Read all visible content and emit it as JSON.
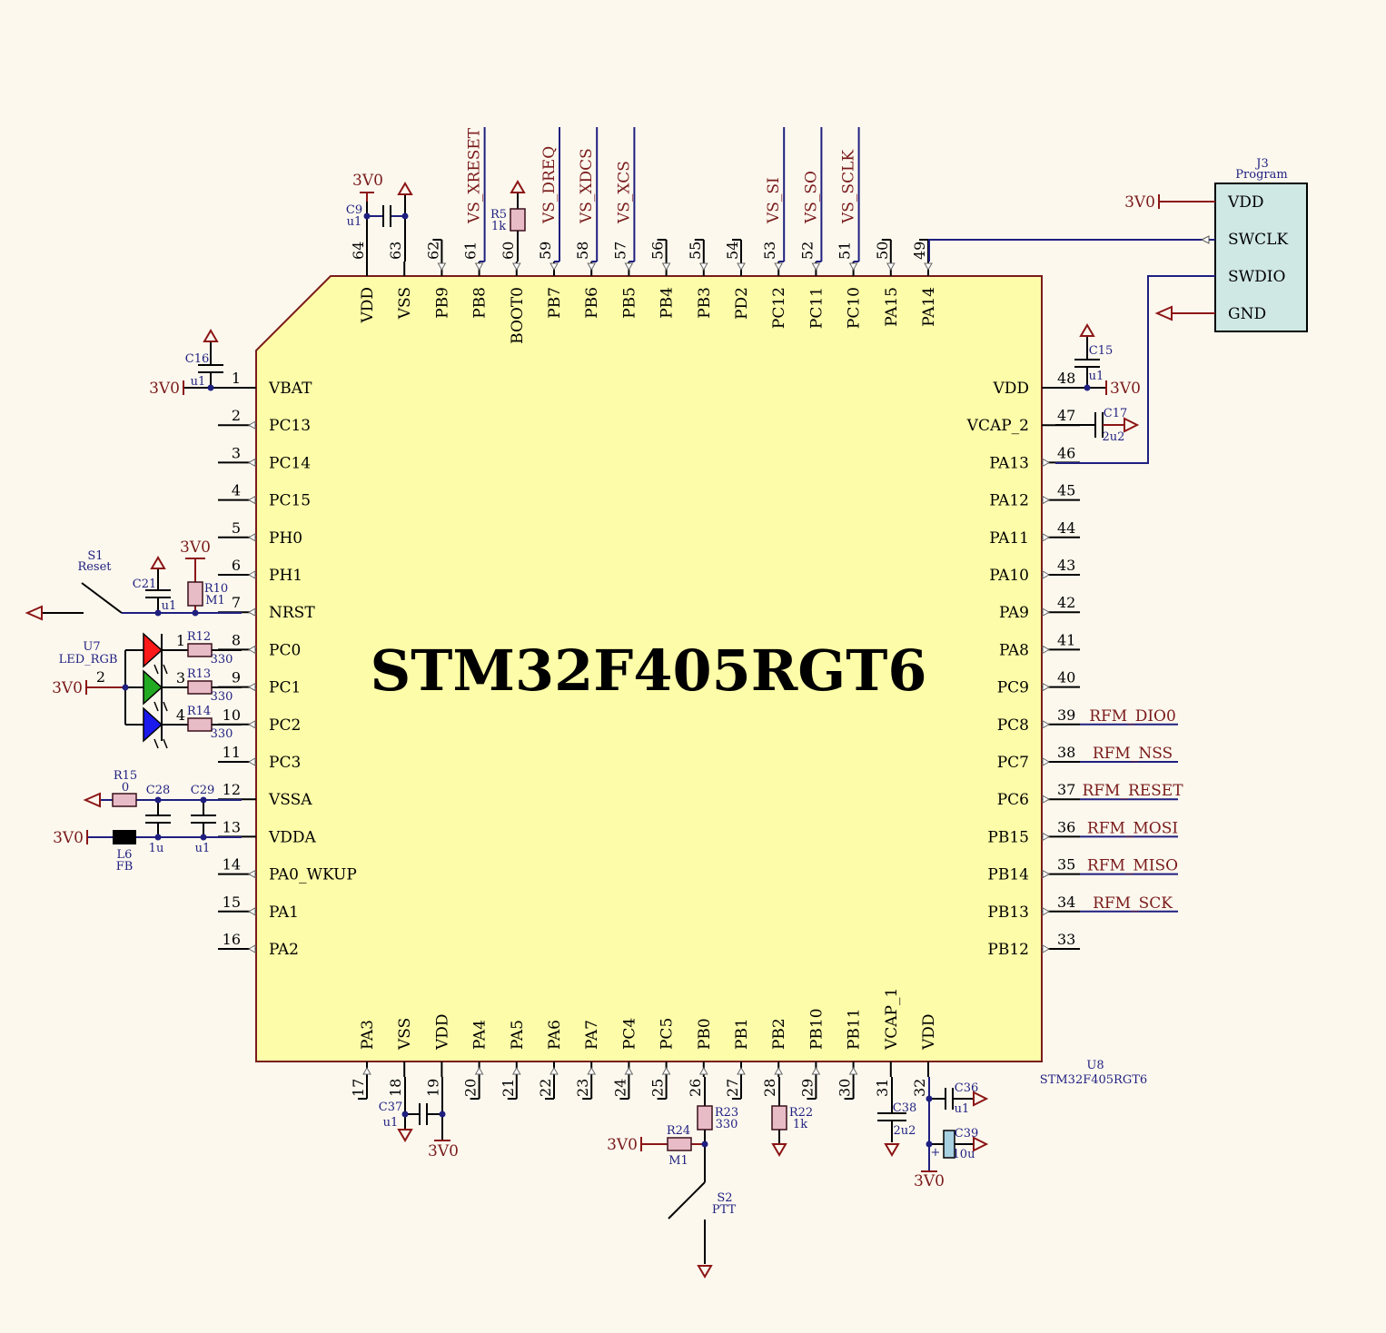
{
  "chip": {
    "name": "STM32F405RGT6",
    "designator": "U8",
    "part": "STM32F405RGT6",
    "body_color": "#fdfca8",
    "pins_top": [
      {
        "num": "64",
        "name": "VDD"
      },
      {
        "num": "63",
        "name": "VSS"
      },
      {
        "num": "62",
        "name": "PB9"
      },
      {
        "num": "61",
        "name": "PB8"
      },
      {
        "num": "60",
        "name": "BOOT0"
      },
      {
        "num": "59",
        "name": "PB7"
      },
      {
        "num": "58",
        "name": "PB6"
      },
      {
        "num": "57",
        "name": "PB5"
      },
      {
        "num": "56",
        "name": "PB4"
      },
      {
        "num": "55",
        "name": "PB3"
      },
      {
        "num": "54",
        "name": "PD2"
      },
      {
        "num": "53",
        "name": "PC12"
      },
      {
        "num": "52",
        "name": "PC11"
      },
      {
        "num": "51",
        "name": "PC10"
      },
      {
        "num": "50",
        "name": "PA15"
      },
      {
        "num": "49",
        "name": "PA14"
      }
    ],
    "pins_left": [
      {
        "num": "1",
        "name": "VBAT"
      },
      {
        "num": "2",
        "name": "PC13"
      },
      {
        "num": "3",
        "name": "PC14"
      },
      {
        "num": "4",
        "name": "PC15"
      },
      {
        "num": "5",
        "name": "PH0"
      },
      {
        "num": "6",
        "name": "PH1"
      },
      {
        "num": "7",
        "name": "NRST"
      },
      {
        "num": "8",
        "name": "PC0"
      },
      {
        "num": "9",
        "name": "PC1"
      },
      {
        "num": "10",
        "name": "PC2"
      },
      {
        "num": "11",
        "name": "PC3"
      },
      {
        "num": "12",
        "name": "VSSA"
      },
      {
        "num": "13",
        "name": "VDDA"
      },
      {
        "num": "14",
        "name": "PA0_WKUP"
      },
      {
        "num": "15",
        "name": "PA1"
      },
      {
        "num": "16",
        "name": "PA2"
      }
    ],
    "pins_right": [
      {
        "num": "48",
        "name": "VDD"
      },
      {
        "num": "47",
        "name": "VCAP_2"
      },
      {
        "num": "46",
        "name": "PA13"
      },
      {
        "num": "45",
        "name": "PA12"
      },
      {
        "num": "44",
        "name": "PA11"
      },
      {
        "num": "43",
        "name": "PA10"
      },
      {
        "num": "42",
        "name": "PA9"
      },
      {
        "num": "41",
        "name": "PA8"
      },
      {
        "num": "40",
        "name": "PC9"
      },
      {
        "num": "39",
        "name": "PC8"
      },
      {
        "num": "38",
        "name": "PC7"
      },
      {
        "num": "37",
        "name": "PC6"
      },
      {
        "num": "36",
        "name": "PB15"
      },
      {
        "num": "35",
        "name": "PB14"
      },
      {
        "num": "34",
        "name": "PB13"
      },
      {
        "num": "33",
        "name": "PB12"
      }
    ],
    "pins_bottom": [
      {
        "num": "17",
        "name": "PA3"
      },
      {
        "num": "18",
        "name": "VSS"
      },
      {
        "num": "19",
        "name": "VDD"
      },
      {
        "num": "20",
        "name": "PA4"
      },
      {
        "num": "21",
        "name": "PA5"
      },
      {
        "num": "22",
        "name": "PA6"
      },
      {
        "num": "23",
        "name": "PA7"
      },
      {
        "num": "24",
        "name": "PC4"
      },
      {
        "num": "25",
        "name": "PC5"
      },
      {
        "num": "26",
        "name": "PB0"
      },
      {
        "num": "27",
        "name": "PB1"
      },
      {
        "num": "28",
        "name": "PB2"
      },
      {
        "num": "29",
        "name": "PB10"
      },
      {
        "num": "30",
        "name": "PB11"
      },
      {
        "num": "31",
        "name": "VCAP_1"
      },
      {
        "num": "32",
        "name": "VDD"
      }
    ]
  },
  "top_nets": [
    {
      "pin": "61",
      "label": "VS_XRESET"
    },
    {
      "pin": "59",
      "label": "VS_DREQ"
    },
    {
      "pin": "58",
      "label": "VS_XDCS"
    },
    {
      "pin": "57",
      "label": "VS_XCS"
    },
    {
      "pin": "53",
      "label": "VS_SI"
    },
    {
      "pin": "52",
      "label": "VS_SO"
    },
    {
      "pin": "51",
      "label": "VS_SCLK"
    }
  ],
  "right_nets": [
    {
      "pin": "39",
      "label": "RFM_DIO0"
    },
    {
      "pin": "38",
      "label": "RFM_NSS"
    },
    {
      "pin": "37",
      "label": "RFM_RESET"
    },
    {
      "pin": "36",
      "label": "RFM_MOSI"
    },
    {
      "pin": "35",
      "label": "RFM_MISO"
    },
    {
      "pin": "34",
      "label": "RFM_SCK"
    }
  ],
  "connector": {
    "designator": "J3",
    "name": "Program",
    "fill": "#cfe8e4",
    "pins": [
      "VDD",
      "SWCLK",
      "SWDIO",
      "GND"
    ]
  },
  "power": {
    "v3": "3V0"
  },
  "parts": {
    "C9": {
      "ref": "C9",
      "val": "u1"
    },
    "R5": {
      "ref": "R5",
      "val": "1k"
    },
    "C16": {
      "ref": "C16",
      "val": "u1"
    },
    "S1": {
      "ref": "S1",
      "val": "Reset"
    },
    "C21": {
      "ref": "C21",
      "val": "u1"
    },
    "R10": {
      "ref": "R10",
      "val": "M1"
    },
    "U7": {
      "ref": "U7",
      "val": "LED_RGB"
    },
    "R12": {
      "ref": "R12",
      "val": "330"
    },
    "R13": {
      "ref": "R13",
      "val": "330"
    },
    "R14": {
      "ref": "R14",
      "val": "330"
    },
    "R15": {
      "ref": "R15",
      "val": "0"
    },
    "C28": {
      "ref": "C28",
      "val": "1u"
    },
    "C29": {
      "ref": "C29",
      "val": "u1"
    },
    "L6": {
      "ref": "L6",
      "val": "FB"
    },
    "C15": {
      "ref": "C15",
      "val": "u1"
    },
    "C17": {
      "ref": "C17",
      "val": "2u2"
    },
    "C37": {
      "ref": "C37",
      "val": "u1"
    },
    "R23": {
      "ref": "R23",
      "val": "330"
    },
    "R24": {
      "ref": "R24",
      "val": "M1"
    },
    "R22": {
      "ref": "R22",
      "val": "1k"
    },
    "C38": {
      "ref": "C38",
      "val": "2u2"
    },
    "C36": {
      "ref": "C36",
      "val": "u1"
    },
    "C39": {
      "ref": "C39",
      "val": "10u"
    },
    "S2": {
      "ref": "S2",
      "val": "PTT"
    }
  },
  "led_pins": {
    "a": "2",
    "r": "1",
    "g": "3",
    "b": "4"
  },
  "led_colors": {
    "red": "#ff1a1a",
    "green": "#22aa22",
    "blue": "#1a1aee"
  }
}
